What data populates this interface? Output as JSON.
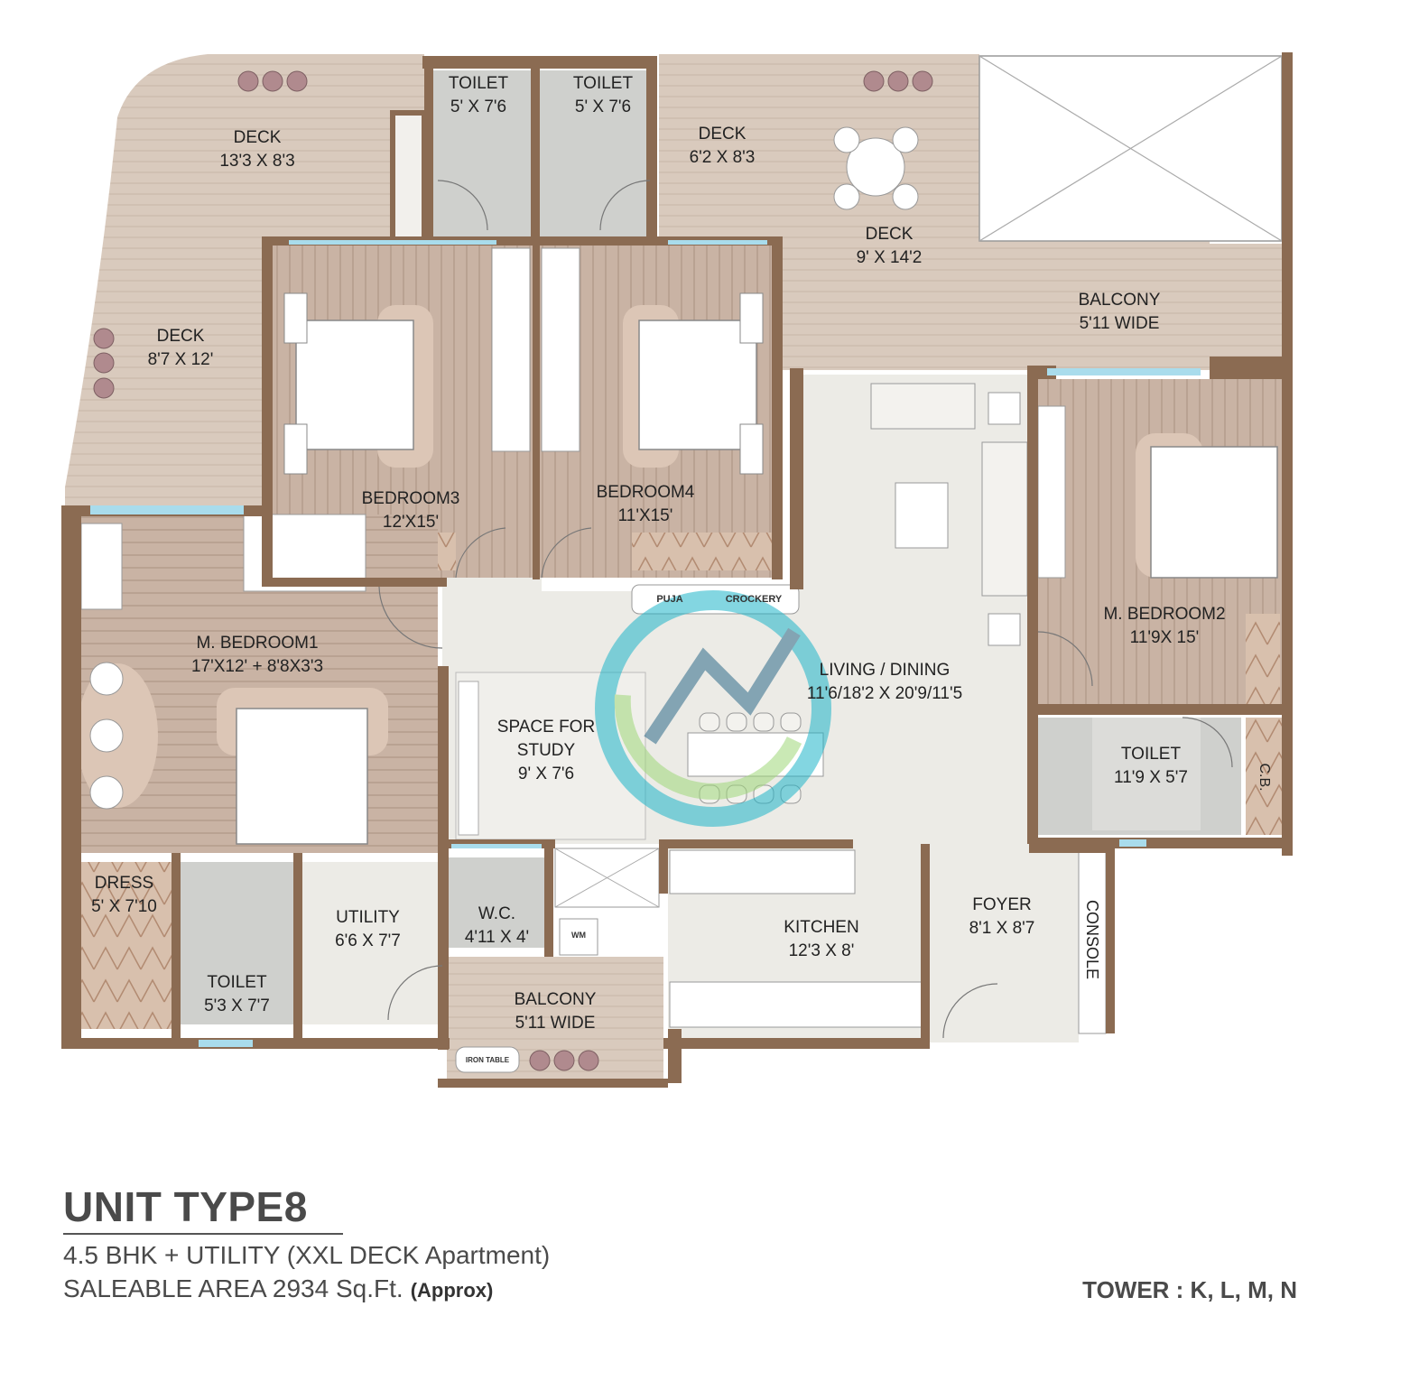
{
  "rooms": {
    "deck1": {
      "name": "DECK",
      "size": "13'3 X 8'3"
    },
    "toilet_a": {
      "name": "TOILET",
      "size": "5' X 7'6"
    },
    "toilet_b": {
      "name": "TOILET",
      "size": "5' X 7'6"
    },
    "deck2": {
      "name": "DECK",
      "size": "6'2 X 8'3"
    },
    "deck3": {
      "name": "DECK",
      "size": "9' X 14'2"
    },
    "balcony_top": {
      "name": "BALCONY",
      "size": "5'11 WIDE"
    },
    "deck4": {
      "name": "DECK",
      "size": "8'7 X 12'"
    },
    "bedroom3": {
      "name": "BEDROOM3",
      "size": "12'X15'"
    },
    "bedroom4": {
      "name": "BEDROOM4",
      "size": "11'X15'"
    },
    "mbedroom2": {
      "name": "M. BEDROOM2",
      "size": "11'9X 15'"
    },
    "mbedroom1": {
      "name": "M. BEDROOM1",
      "size": "17'X12' + 8'8X3'3"
    },
    "living": {
      "name": "LIVING / DINING",
      "size": "11'6/18'2 X 20'9/11'5"
    },
    "study": {
      "name": "SPACE FOR",
      "name2": "STUDY",
      "size": "9' X 7'6"
    },
    "toilet_c": {
      "name": "TOILET",
      "size": "11'9 X 5'7"
    },
    "dress": {
      "name": "DRESS",
      "size": "5' X 7'10"
    },
    "toilet_d": {
      "name": "TOILET",
      "size": "5'3 X 7'7"
    },
    "utility": {
      "name": "UTILITY",
      "size": "6'6 X 7'7"
    },
    "wc": {
      "name": "W.C.",
      "size": "4'11 X 4'"
    },
    "kitchen": {
      "name": "KITCHEN",
      "size": "12'3 X 8'"
    },
    "foyer": {
      "name": "FOYER",
      "size": "8'1 X 8'7"
    },
    "balcony_bottom": {
      "name": "BALCONY",
      "size": "5'11 WIDE"
    }
  },
  "fixtures": {
    "pooja": "PUJA",
    "crockery": "CROCKERY",
    "console": "CONSOLE",
    "cb": "C.B.",
    "wm": "WM",
    "iron_table": "IRON TABLE"
  },
  "footer": {
    "title": "UNIT TYPE8",
    "config": "4.5 BHK + UTILITY (XXL DECK Apartment)",
    "area": "SALEABLE AREA  2934 Sq.Ft.",
    "approx": "(Approx)",
    "tower": "TOWER : K, L, M, N"
  },
  "colors": {
    "wall": "#8b6b52",
    "deck": "#d9cabd",
    "bedroom": "#c9b3a4",
    "floor": "#ecebe6",
    "toilet": "#cfd0cd",
    "window": "#a9dcec",
    "white": "#ffffff"
  }
}
